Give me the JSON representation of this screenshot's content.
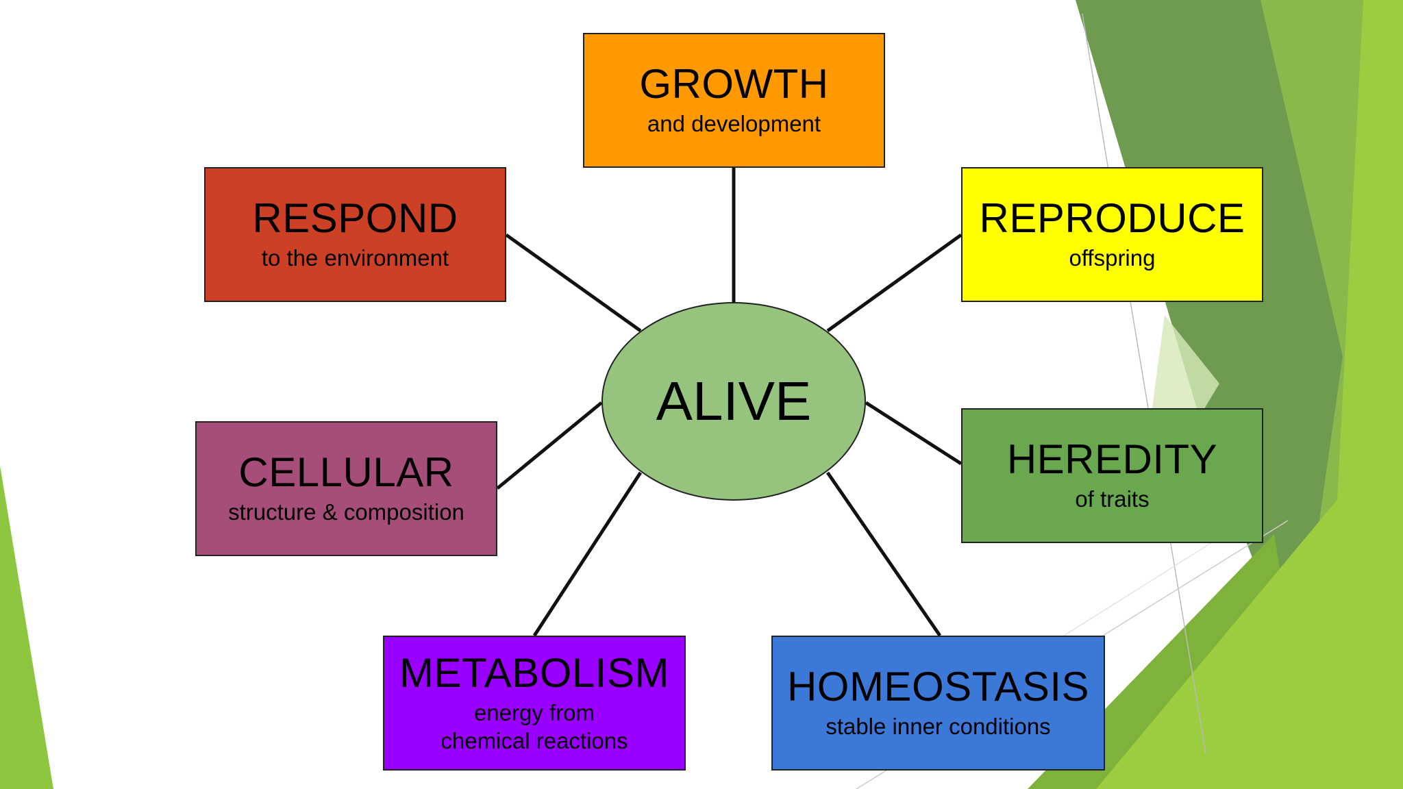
{
  "center": {
    "label": "ALIVE",
    "color": "#96c37e"
  },
  "nodes": [
    {
      "id": "growth",
      "title": "GROWTH",
      "subtitle": "and development",
      "color": "#ff9900"
    },
    {
      "id": "respond",
      "title": "RESPOND",
      "subtitle": "to the environment",
      "color": "#cc4125"
    },
    {
      "id": "reproduce",
      "title": "REPRODUCE",
      "subtitle": "offspring",
      "color": "#ffff00"
    },
    {
      "id": "cellular",
      "title": "CELLULAR",
      "subtitle": "structure & composition",
      "color": "#a64d79"
    },
    {
      "id": "heredity",
      "title": "HEREDITY",
      "subtitle": "of traits",
      "color": "#6aa84f"
    },
    {
      "id": "metabolism",
      "title": "METABOLISM",
      "subtitle": "energy from\nchemical reactions",
      "color": "#9900ff"
    },
    {
      "id": "homeostasis",
      "title": "HOMEOSTASIS",
      "subtitle": "stable inner conditions",
      "color": "#3c78d8"
    }
  ],
  "theme": {
    "accent_green": "#8dc63f",
    "dark_green": "#6b9a4a"
  }
}
